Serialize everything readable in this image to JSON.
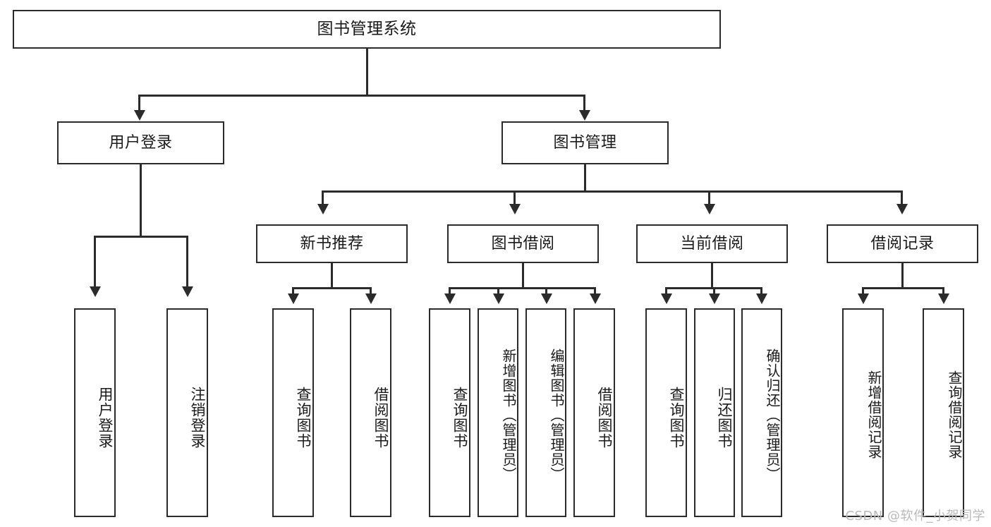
{
  "diagram": {
    "type": "tree-hierarchy-flowchart",
    "title": "图书管理系统",
    "colors": {
      "box_border": "#2b2b2b",
      "box_fill": "#ffffff",
      "connector": "#2b2b2b",
      "text": "#1a1a1a",
      "watermark": "#b9b9b9",
      "background": "#ffffff"
    },
    "root": {
      "label": "图书管理系统"
    },
    "level2": [
      {
        "label": "用户登录"
      },
      {
        "label": "图书管理"
      }
    ],
    "level3": [
      {
        "label": "新书推荐"
      },
      {
        "label": "图书借阅"
      },
      {
        "label": "当前借阅"
      },
      {
        "label": "借阅记录"
      }
    ],
    "leaves": {
      "user_login": [
        {
          "label": "用户登录"
        },
        {
          "label": "注销登录"
        }
      ],
      "new_book_recommend": [
        {
          "label": "查询图书"
        },
        {
          "label": "借阅图书"
        }
      ],
      "book_borrow": [
        {
          "label": "查询图书"
        },
        {
          "label": "新增图书（管理员）"
        },
        {
          "label": "编辑图书（管理员）"
        },
        {
          "label": "借阅图书"
        }
      ],
      "current_borrow": [
        {
          "label": "查询图书"
        },
        {
          "label": "归还图书"
        },
        {
          "label": "确认归还（管理员）"
        }
      ],
      "borrow_record": [
        {
          "label": "新增借阅记录"
        },
        {
          "label": "查询借阅记录"
        }
      ]
    }
  },
  "watermark": {
    "text": "CSDN @软件_小贺同学"
  }
}
